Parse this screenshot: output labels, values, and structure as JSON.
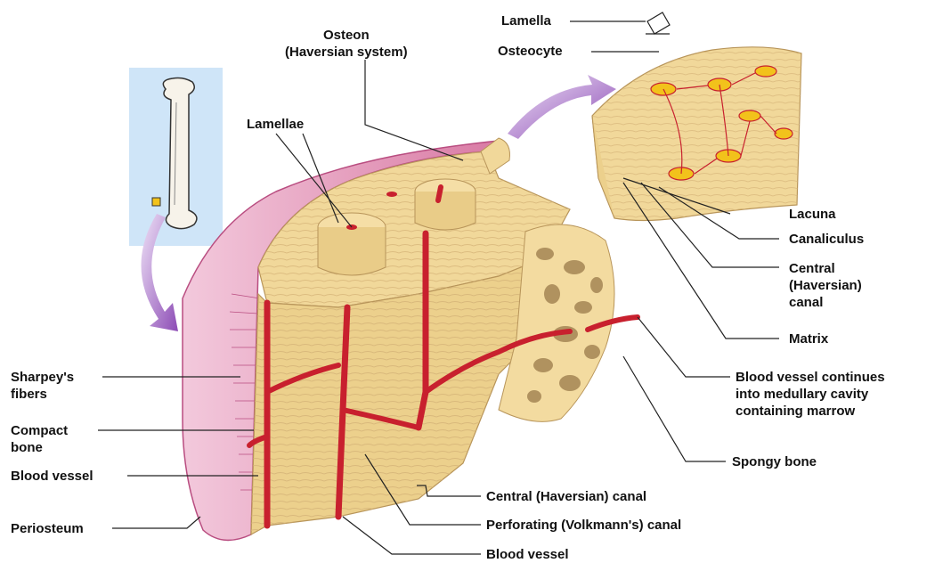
{
  "labels": {
    "lamella": "Lamella",
    "osteocyte": "Osteocyte",
    "osteon": "Osteon\n(Haversian system)",
    "lamellae": "Lamellae",
    "lacuna": "Lacuna",
    "canaliculus": "Canaliculus",
    "central_canal_right": "Central\n(Haversian)\ncanal",
    "matrix": "Matrix",
    "blood_vessel_continues": "Blood vessel continues\ninto medullary cavity\ncontaining marrow",
    "spongy_bone": "Spongy bone",
    "sharpeys_fibers": "Sharpey's\nfibers",
    "compact_bone": "Compact\nbone",
    "blood_vessel_left": "Blood vessel",
    "periosteum": "Periosteum",
    "central_canal_bottom": "Central (Haversian) canal",
    "perforating_canal": "Perforating (Volkmann's) canal",
    "blood_vessel_bottom": "Blood vessel"
  },
  "colors": {
    "bone": "#f1d89a",
    "bone_dark": "#d9b872",
    "vessel": "#c8202e",
    "periosteum": "#e7a6c3",
    "arrow": "#9b5fc0",
    "inset_bg": "#cfe5f8",
    "osteocyte": "#f2c21b"
  }
}
